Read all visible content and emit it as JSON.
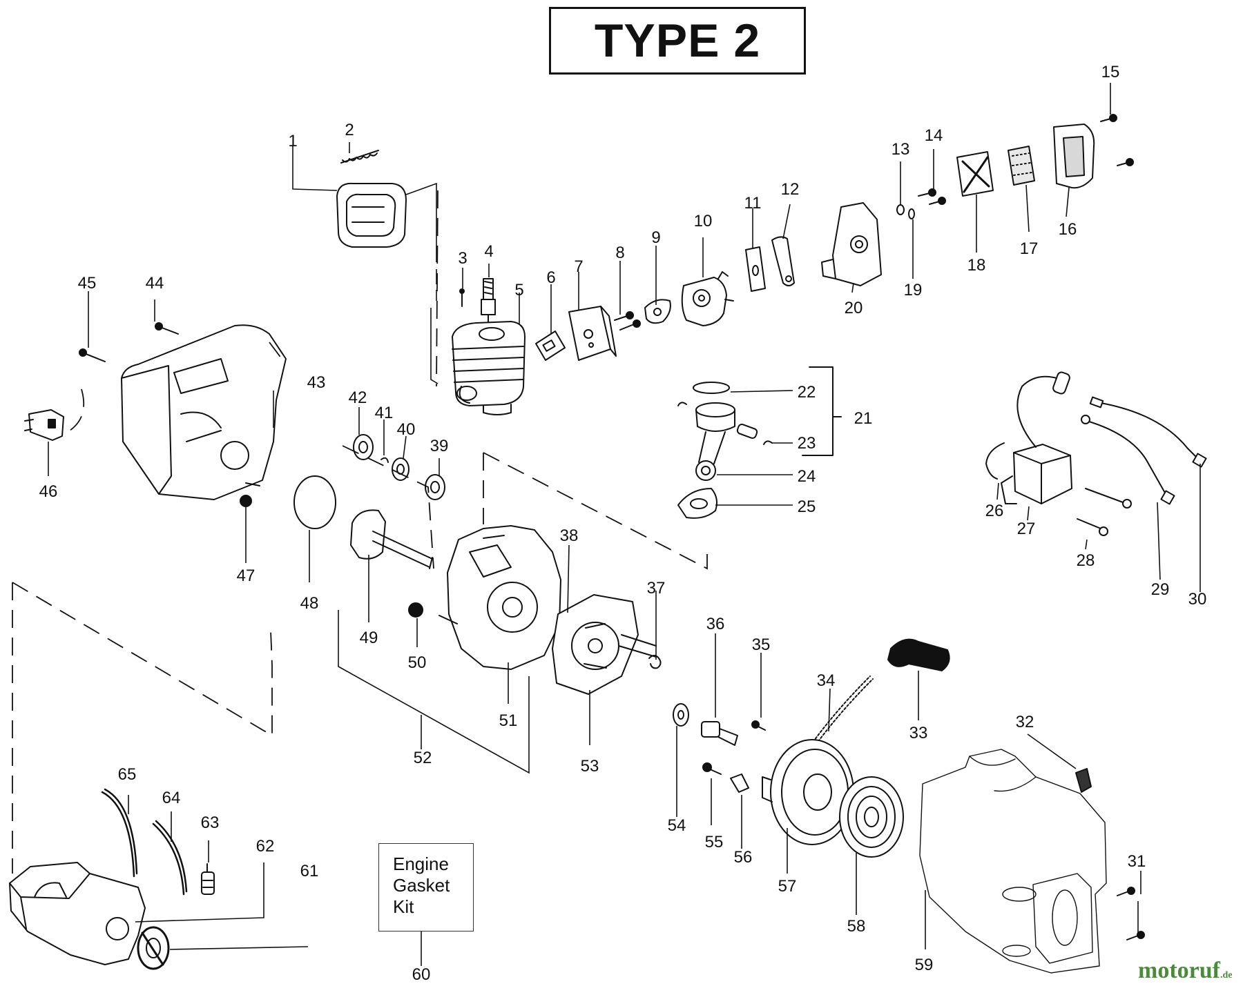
{
  "title": "TYPE 2",
  "kit_label": [
    "Engine",
    "Gasket",
    "Kit"
  ],
  "watermark": {
    "main": "motoruf",
    "suffix": ".de"
  },
  "part_numbers": [
    "1",
    "2",
    "3",
    "4",
    "5",
    "6",
    "7",
    "8",
    "9",
    "10",
    "11",
    "12",
    "13",
    "14",
    "15",
    "16",
    "17",
    "18",
    "19",
    "20",
    "21",
    "22",
    "23",
    "24",
    "25",
    "26",
    "27",
    "28",
    "29",
    "30",
    "31",
    "32",
    "33",
    "34",
    "35",
    "36",
    "37",
    "38",
    "39",
    "40",
    "41",
    "42",
    "43",
    "44",
    "45",
    "46",
    "47",
    "48",
    "49",
    "50",
    "51",
    "52",
    "53",
    "54",
    "55",
    "56",
    "57",
    "58",
    "59",
    "60",
    "61",
    "62",
    "63",
    "64",
    "65"
  ],
  "colors": {
    "ink": "#111111",
    "watermark": "#4a8a3a"
  }
}
